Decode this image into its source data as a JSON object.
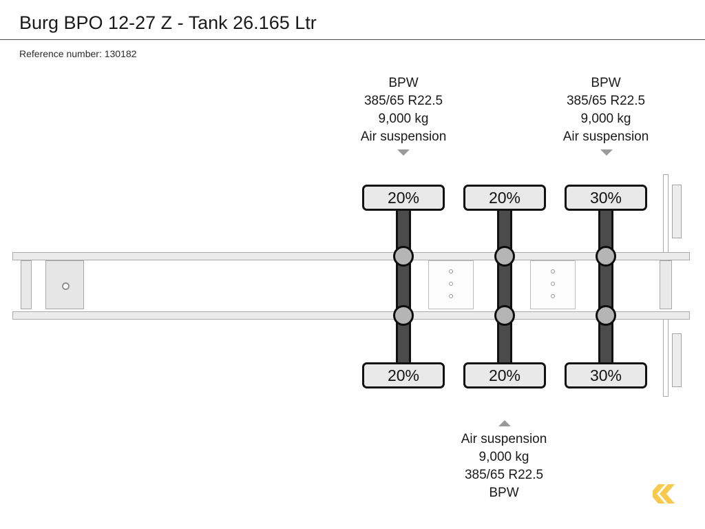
{
  "header": {
    "title": "Burg BPO 12-27 Z - Tank 26.165 Ltr",
    "reference_label": "Reference number: 130182"
  },
  "diagram": {
    "callouts": [
      {
        "position": "top-left-axle",
        "pointer": "triangle-down",
        "lines": [
          "BPW",
          "385/65 R22.5",
          "9,000 kg",
          "Air suspension"
        ]
      },
      {
        "position": "top-right-axle",
        "pointer": "triangle-down",
        "lines": [
          "BPW",
          "385/65 R22.5",
          "9,000 kg",
          "Air suspension"
        ]
      },
      {
        "position": "bottom-middle-axle",
        "pointer": "triangle-up",
        "lines": [
          "Air suspension",
          "9,000 kg",
          "385/65 R22.5",
          "BPW"
        ]
      }
    ],
    "axles": [
      {
        "id": "axle-1",
        "top_load": "20%",
        "bottom_load": "20%"
      },
      {
        "id": "axle-2",
        "top_load": "20%",
        "bottom_load": "20%"
      },
      {
        "id": "axle-3",
        "top_load": "30%",
        "bottom_load": "30%"
      }
    ],
    "colors": {
      "axle_bar": "#4b4b4b",
      "axle_outline": "#111111",
      "hub_fill": "#b5b5b5",
      "badge_fill": "#e9e9e9",
      "chassis_fill": "#ebebeb",
      "chassis_outline": "#aaaaaa",
      "pointer": "#9a9a9a",
      "watermark": "#f7ca4d"
    }
  },
  "watermark": {
    "icon": "double-chevron-left-icon",
    "color": "#f7ca4d"
  }
}
